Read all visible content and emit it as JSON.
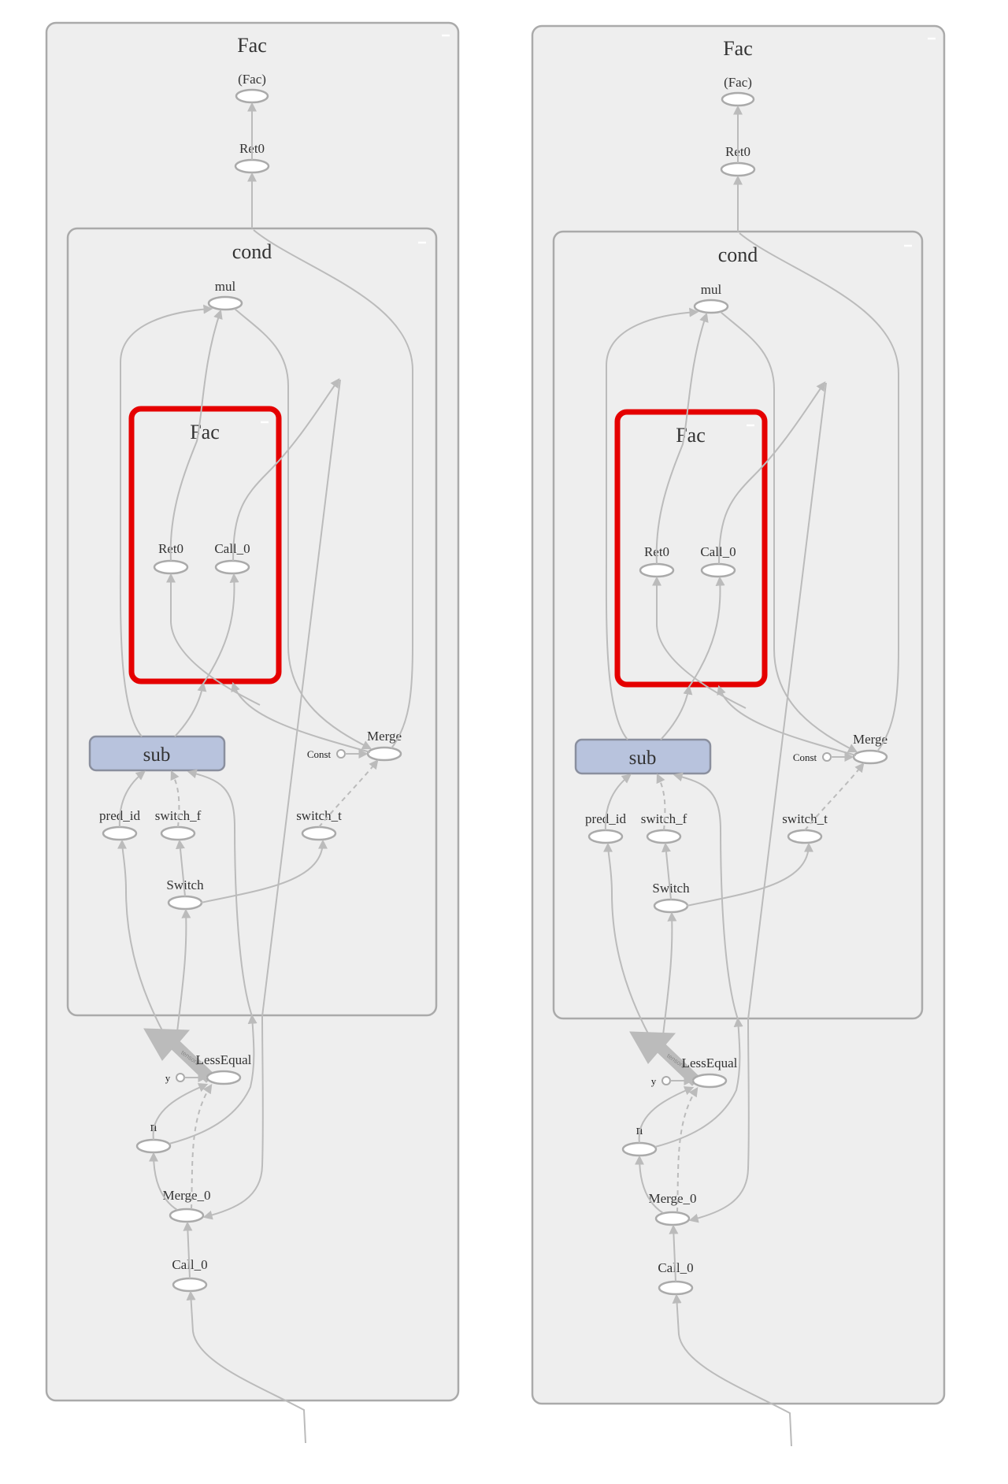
{
  "panels": [
    {
      "title": "Fac",
      "fac_output": "(Fac)",
      "ret0": "Ret0",
      "cond": {
        "title": "cond",
        "mul": "mul",
        "inner_fac": {
          "title": "Fac",
          "ret0": "Ret0",
          "call0": "Call_0"
        },
        "sub": "sub",
        "merge": "Merge",
        "const": "Const",
        "pred_id": "pred_id",
        "switch_f": "switch_f",
        "switch_t": "switch_t",
        "switch": "Switch"
      },
      "less_equal": "LessEqual",
      "y": "y",
      "n": "n",
      "merge0": "Merge_0",
      "call0": "Call_0",
      "tensor_label": "tensors"
    },
    {
      "title": "Fac",
      "fac_output": "(Fac)",
      "ret0": "Ret0",
      "cond": {
        "title": "cond",
        "mul": "mul",
        "inner_fac": {
          "title": "Fac",
          "ret0": "Ret0",
          "call0": "Call_0"
        },
        "sub": "sub",
        "merge": "Merge",
        "const": "Const",
        "pred_id": "pred_id",
        "switch_f": "switch_f",
        "switch_t": "switch_t",
        "switch": "Switch"
      },
      "less_equal": "LessEqual",
      "y": "y",
      "n": "n",
      "merge0": "Merge_0",
      "call0": "Call_0",
      "tensor_label": "tensors"
    }
  ],
  "colors": {
    "group_fill": "#eeeeee",
    "group_stroke": "#aaaaaa",
    "highlight": "#e50000",
    "sub_fill": "#b8c3dd",
    "edge": "#bbbbbb"
  }
}
